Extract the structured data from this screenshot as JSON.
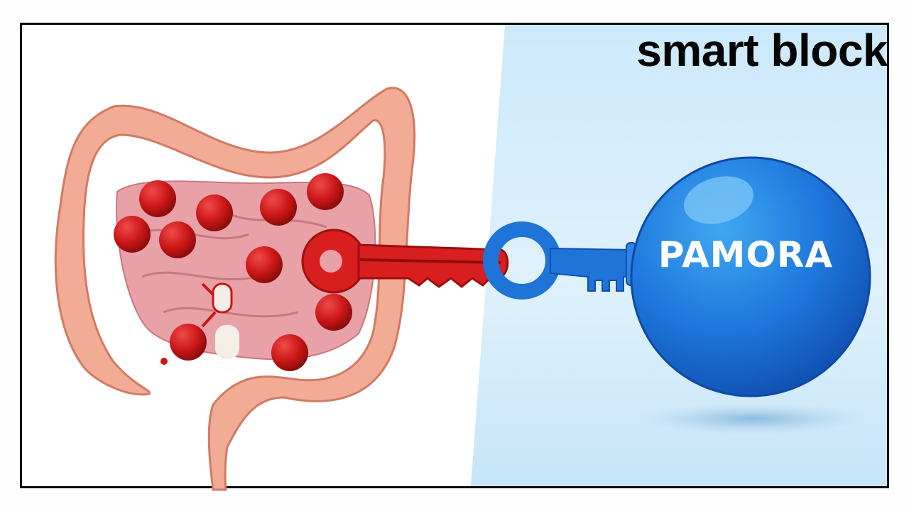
{
  "title": "smart block",
  "ball_label": "PAMORA",
  "illustration": {
    "left": "colon with red molecules and a red key",
    "right": "blue ball attached to a blue key ring"
  },
  "colors": {
    "frame": "#0a0a0a",
    "panel_blue_light": "#d6eefc",
    "ball_blue": "#1c6fd6",
    "key_red": "#d81e1e",
    "key_blue": "#1f74d8",
    "colon_pink": "#f2ab94",
    "molecule_red": "#c81515"
  }
}
